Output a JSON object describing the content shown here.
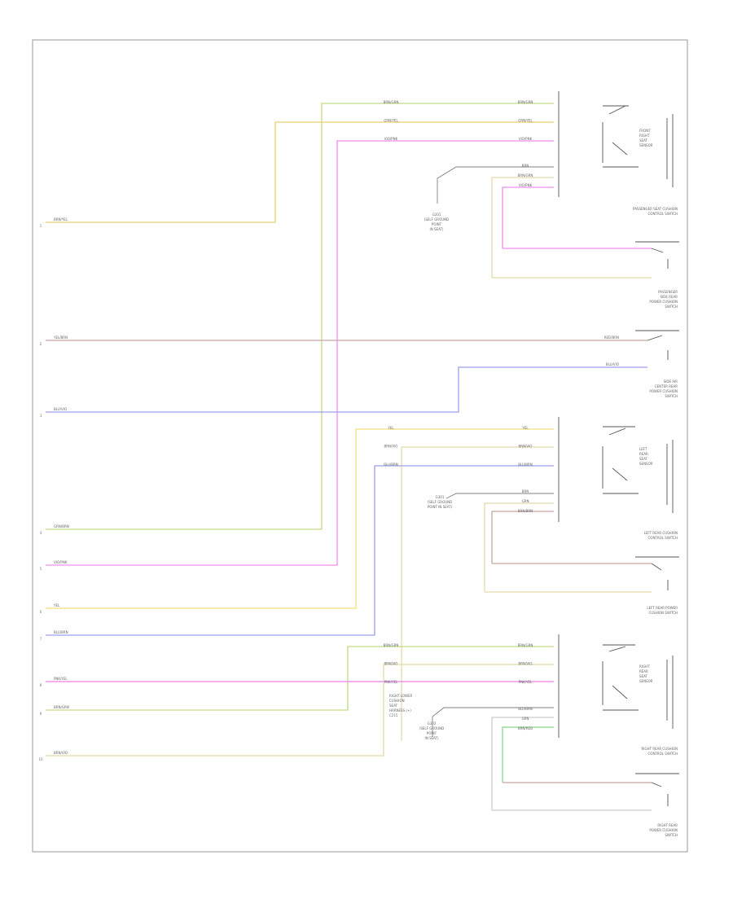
{
  "diagram": {
    "figure_id": "",
    "colors": {
      "brn_grn": "#e4dbaa",
      "grn_yel": "#c0dc88",
      "yellow": "#f2e07a",
      "brn_yel": "#e8d070",
      "violet_pink": "#f08cf2",
      "brown_red": "#c8a4a4",
      "blue_violet": "#9d9ded",
      "pink": "#ee7ce8",
      "green": "#88d888",
      "gray": "#cccccc",
      "black": "#444444"
    },
    "left_connector_pins": [
      {
        "pin": "1",
        "wire": "BRN/YEL"
      },
      {
        "pin": "2",
        "wire": "YEL/BRN"
      },
      {
        "pin": "3",
        "wire": "BLU/VIO"
      },
      {
        "pin": "4",
        "wire": "GRN/BRN"
      },
      {
        "pin": "5",
        "wire": "VIO/PNK"
      },
      {
        "pin": "6",
        "wire": "YEL"
      },
      {
        "pin": "7",
        "wire": "BLU/BRN"
      },
      {
        "pin": "8",
        "wire": "PNK/YEL"
      },
      {
        "pin": "9",
        "wire": "BRN/GRN"
      },
      {
        "pin": "10",
        "wire": "BRN/VIO"
      }
    ],
    "switch_groups": [
      {
        "main_label": [
          "PASSENGER SEAT CUSHION",
          "CONTROL SWITCH"
        ],
        "sub_label": [
          "PASSENGER",
          "SIDE REAR",
          "POWER CUSHION",
          "SWITCH"
        ],
        "switch_label": [
          "FRONT",
          "RIGHT",
          "SEAT",
          "SENSOR"
        ],
        "wires": [
          "BRN/GRN",
          "GRN/YEL",
          "VIO/PNK",
          "BRN",
          "BRN/GRN",
          "VIO/PNK"
        ],
        "ground": [
          "G201",
          "(SELF GROUND",
          "POINT",
          "IN SEAT)"
        ]
      },
      {
        "main_label": [
          "LEFT REAR CUSHION",
          "CONTROL SWITCH"
        ],
        "sub_label": [
          "LEFT REAR POWER",
          "CUSHION SWITCH"
        ],
        "switch_label": [
          "LEFT",
          "REAR",
          "SEAT",
          "SENSOR"
        ],
        "wires": [
          "YEL",
          "BRN/VIO",
          "BLU/BRN",
          "BRN",
          "GRN",
          "BRN/BRN"
        ],
        "ground": [
          "G301",
          "(SELF GROUND",
          "POINT IN SEAT)"
        ]
      },
      {
        "main_label": [
          "RIGHT REAR CUSHION",
          "CONTROL SWITCH"
        ],
        "sub_label": [
          "RIGHT REAR",
          "POWER CUSHION",
          "SWITCH"
        ],
        "switch_label": [
          "RIGHT",
          "REAR",
          "SEAT",
          "SENSOR"
        ],
        "wires": [
          "BRN/GRN",
          "BRN/VIO",
          "PNK/YEL",
          "BLU/BRN",
          "GRN",
          "BRN/RED"
        ],
        "ground": [
          "G302",
          "(SELF GROUND",
          "POINT",
          "IN SEAT)"
        ]
      }
    ],
    "middle_switch": {
      "label": [
        "SIDE AIR",
        "CENTER REAR",
        "POWER CUSHION",
        "SWITCH"
      ],
      "wires": [
        "RED/BRN",
        "BLU/VIO"
      ]
    },
    "right_lower_connector": [
      "RIGHT LOWER",
      "CUSHION",
      "SEAT",
      "HARNESS (+)",
      "C215"
    ],
    "footer_code": ""
  }
}
